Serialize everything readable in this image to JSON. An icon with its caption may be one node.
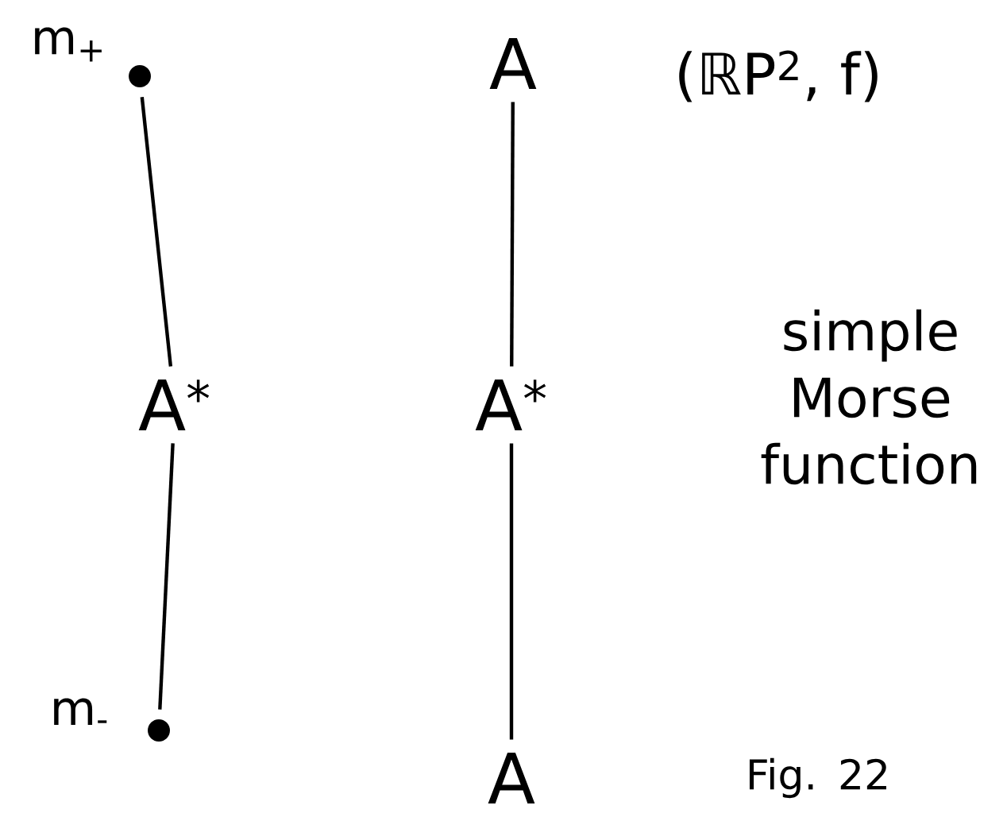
{
  "diagram": {
    "nodes": [
      {
        "text": [],
        "shape": "circle",
        "beside": [
          "m$_{+}$"
        ]
      },
      {
        "text": [
          "A$^{*}$"
        ]
      },
      {
        "text": [],
        "shape": "circle",
        "beside": [
          "m$_{-}$"
        ]
      },
      {
        "text": [
          "A"
        ]
      },
      {
        "text": [
          "A$^{*}$"
        ]
      },
      {
        "text": [
          "A"
        ]
      }
    ],
    "edges": [
      {
        "from": 0,
        "to": 1,
        "arrow": "none"
      },
      {
        "from": 1,
        "to": 2,
        "arrow": "none"
      },
      {
        "from": 3,
        "to": 4,
        "arrow": "none"
      },
      {
        "from": 4,
        "to": 5,
        "arrow": "none"
      }
    ],
    "labels": [
      "(ℝP$^{2}$, f)",
      "simple Morse function",
      "Fig. 22"
    ]
  }
}
